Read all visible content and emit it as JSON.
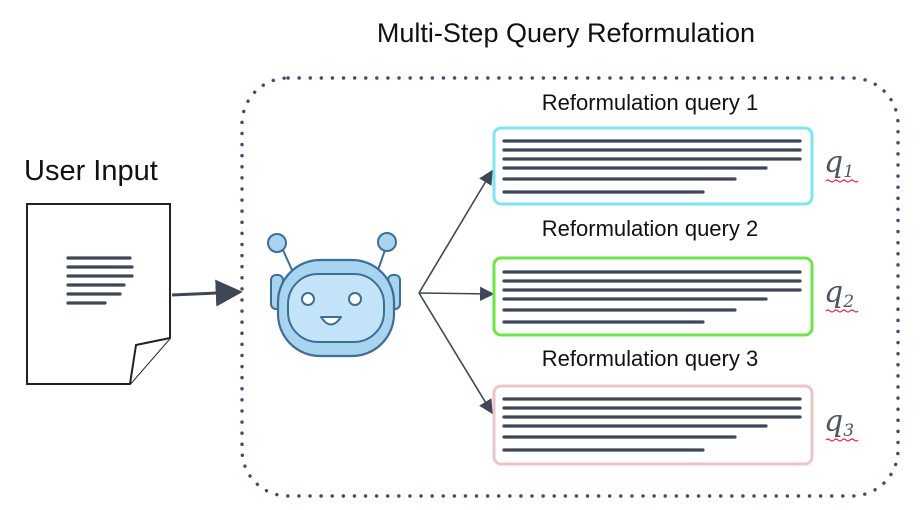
{
  "diagram": {
    "title": "Multi-Step Query Reformulation",
    "input": {
      "label": "User Input"
    },
    "reformulations": [
      {
        "heading": "Reformulation query 1",
        "symbol": "q",
        "subscript": "1",
        "border_color": "#7ee6f0"
      },
      {
        "heading": "Reformulation query 2",
        "symbol": "q",
        "subscript": "2",
        "border_color": "#6ee44a"
      },
      {
        "heading": "Reformulation query 3",
        "symbol": "q",
        "subscript": "3",
        "border_color": "#ebc6c6"
      }
    ],
    "icons": {
      "document": "document-icon",
      "agent": "robot-icon"
    },
    "colors": {
      "ink": "#3f4756",
      "robot_fill": "#a8d4f0",
      "robot_stroke": "#3d6e96",
      "container_dots": "#3f4d66"
    }
  }
}
